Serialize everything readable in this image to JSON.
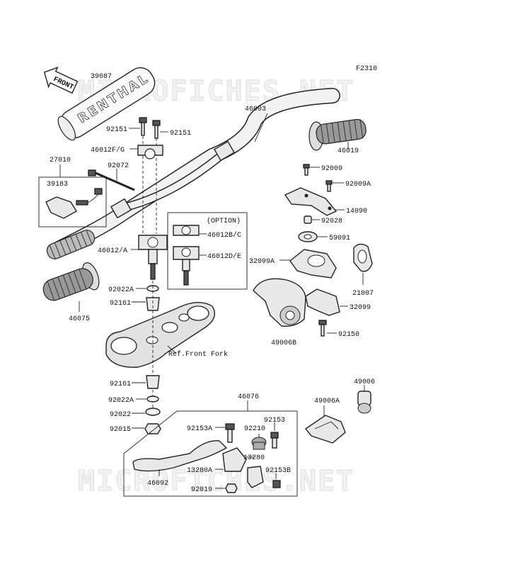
{
  "diagram_code": "F2310",
  "watermark": "MICROFICHES.NET",
  "front_tag": "FRONT",
  "pad_brand": "RENTHAL",
  "option_label": "(OPTION)",
  "ref_label": "Ref.Front Fork",
  "labels": {
    "p39087": "39087",
    "p46003": "46003",
    "p92151a": "92151",
    "p92151b": "92151",
    "p46012fg": "46012F/G",
    "p27010": "27010",
    "p92072": "92072",
    "p39183": "39183",
    "p46019": "46019",
    "p92009": "92009",
    "p92009a": "92009A",
    "p14090": "14090",
    "p92028": "92028",
    "p59091": "59091",
    "p32099a": "32099A",
    "p21007": "21007",
    "p32099": "32099",
    "p92150": "92150",
    "p49006b": "49006B",
    "p46012bc": "46012B/C",
    "p46012de": "46012D/E",
    "p46012a": "46012/A",
    "p92022a1": "92022A",
    "p92161a": "92161",
    "p46075": "46075",
    "p92161b": "92161",
    "p92022a2": "92022A",
    "p92022": "92022",
    "p92015": "92015",
    "p46076": "46076",
    "p92153": "92153",
    "p92153a": "92153A",
    "p92210": "92210",
    "p13280": "13280",
    "p13280a": "13280A",
    "p92153b": "92153B",
    "p46092": "46092",
    "p92019": "92019",
    "p49006": "49006",
    "p49006a": "49006A"
  }
}
